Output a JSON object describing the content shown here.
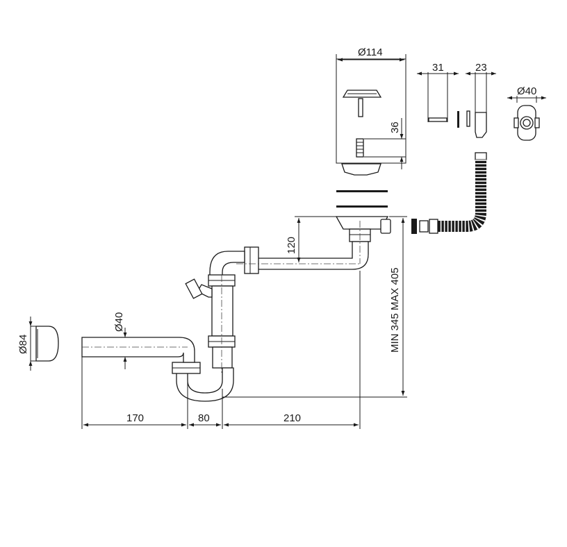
{
  "drawing": {
    "dimensions": {
      "strainer_diameter": "Ø114",
      "strainer_height": "36",
      "overflow_screw_length": "31",
      "overflow_width": "23",
      "overflow_cover_diameter": "Ø40",
      "pipe_diameter": "Ø40",
      "cap_diameter": "Ø84",
      "trap_height": "120",
      "total_height": "MIN 345 MAX 405",
      "outlet_length": "170",
      "trap_offset": "80",
      "trap_to_drain": "210"
    }
  }
}
